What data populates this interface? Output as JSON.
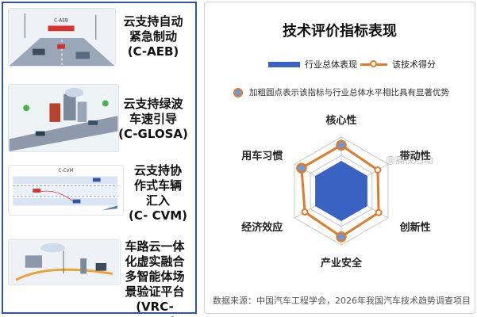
{
  "features": [
    {
      "label": "云支持自动\n紧急制动\n(C-AEB)",
      "diagram_text": "C-AEB"
    },
    {
      "label": "云支持绿波\n车速引导\n(C-GLOSA)",
      "diagram_text": ""
    },
    {
      "label": "云支持协\n作式车辆\n汇入\n(C- CVM)",
      "diagram_text": "C-CVM"
    },
    {
      "label": "车路云一体\n化虚实融合\n多智能体场\n景验证平台\n(VRC- HVRP)",
      "diagram_text": ""
    }
  ],
  "watermark": "@痛快芯动",
  "chart_data": {
    "type": "radar",
    "title": "技术评价指标表现",
    "note": "加粗圆点表示该指标与行业总体水平相比具有显著优势",
    "source": "数据来源：中国汽车工程学会，2026年我国汽车技术趋势调查项目",
    "axes": [
      "核心性",
      "带动性",
      "创新性",
      "产业安全",
      "经济效应",
      "用车习惯"
    ],
    "range": [
      0,
      1
    ],
    "series": [
      {
        "name": "行业总体表现",
        "values": [
          0.55,
          0.55,
          0.55,
          0.55,
          0.55,
          0.55
        ]
      },
      {
        "name": "该技术得分",
        "values": [
          0.85,
          0.78,
          0.8,
          0.85,
          0.78,
          0.85
        ]
      }
    ],
    "highlighted": [
      "核心性",
      "产业安全",
      "用车习惯"
    ]
  },
  "colors": {
    "industry": "#3a62c3",
    "tech": "#e07b2a",
    "border": "#2f55a4",
    "grid": "#c8c8c8"
  }
}
